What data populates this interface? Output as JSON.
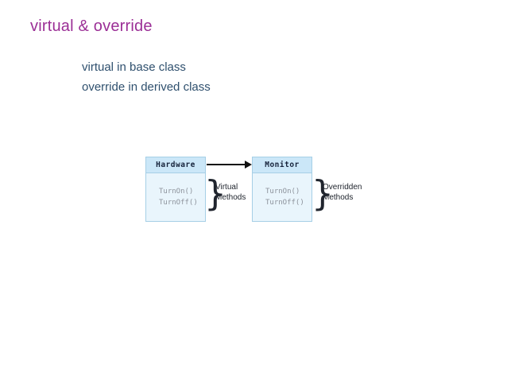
{
  "slide": {
    "title": "virtual & override",
    "bullets": [
      "virtual in base class",
      "override in derived class"
    ]
  },
  "diagram": {
    "base_class": {
      "name": "Hardware",
      "methods": [
        "TurnOn()",
        "TurnOff()"
      ],
      "brace_glyph": "}",
      "label_lines": [
        "Virtual",
        "Methods"
      ]
    },
    "derived_class": {
      "name": "Monitor",
      "methods": [
        "TurnOn()",
        "TurnOff()"
      ],
      "brace_glyph": "}",
      "label_lines": [
        "Overridden",
        "Methods"
      ]
    }
  },
  "colors": {
    "title-color": "#9b2f96",
    "body-text-color": "#2f506e",
    "box-border": "#a6cfe6",
    "box-header-bg": "#cbe7f8",
    "box-body-bg": "#e9f5fc",
    "box-header-text": "#16233b",
    "method-text": "#8d929b",
    "label-text": "#20252e",
    "arrow-color": "#111111"
  }
}
